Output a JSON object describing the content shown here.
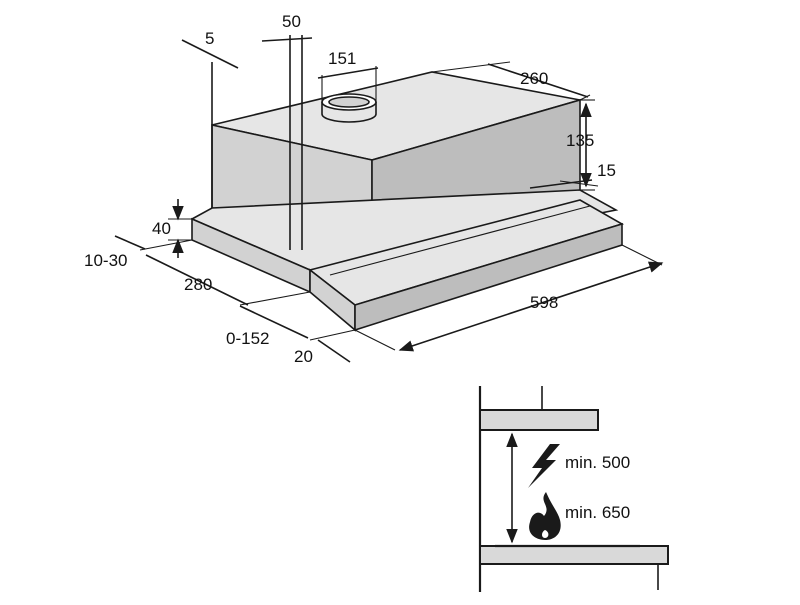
{
  "dimensions": {
    "d5": "5",
    "d50": "50",
    "d151": "151",
    "d260": "260",
    "d135": "135",
    "d15": "15",
    "d40": "40",
    "d10_30": "10-30",
    "d280": "280",
    "d0_152": "0-152",
    "d20": "20",
    "d598": "598"
  },
  "clearance": {
    "electric_label": "min. 500",
    "gas_label": "min. 650",
    "electric_icon": "lightning-icon",
    "gas_icon": "flame-icon"
  }
}
